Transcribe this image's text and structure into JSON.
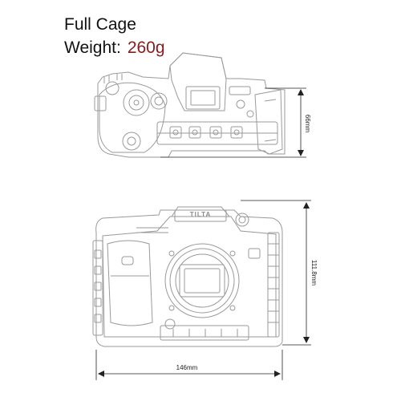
{
  "header": {
    "title": "Full Cage",
    "weight_label": "Weight:",
    "weight_value": "260g"
  },
  "dimensions": {
    "depth": "66mm",
    "height": "111.8mm",
    "width": "146mm"
  },
  "brand_mark": "TILTA",
  "colors": {
    "text": "#111111",
    "weight_value": "#8b1a1a",
    "outline": "#9a9a9a",
    "dimension": "#222222"
  }
}
